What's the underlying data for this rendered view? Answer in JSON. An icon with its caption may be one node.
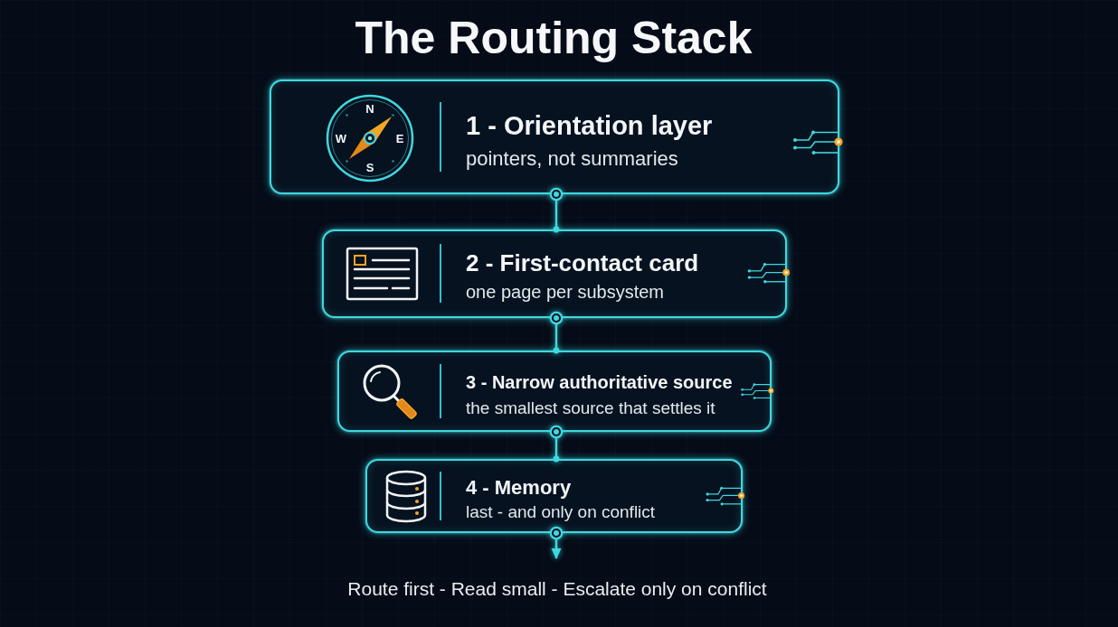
{
  "diagram": {
    "title": "The Routing Stack",
    "caption": "Route first - Read small - Escalate only on conflict",
    "nodes": [
      {
        "text": [
          "1 - Orientation layer",
          "pointers, not summaries"
        ]
      },
      {
        "text": [
          "2 - First-contact card",
          "one page per subsystem"
        ]
      },
      {
        "text": [
          "3 - Narrow authoritative source",
          "the smallest source that settles it"
        ]
      },
      {
        "text": [
          "4 - Memory",
          "last - and only on conflict"
        ]
      }
    ],
    "edges": [
      {
        "from": 0,
        "to": 1,
        "arrow": "other"
      },
      {
        "from": 1,
        "to": 2,
        "arrow": "other"
      },
      {
        "from": 2,
        "to": 3,
        "arrow": "other"
      },
      {
        "from": 3,
        "to": null,
        "arrow": "to"
      }
    ],
    "labels": [
      "N",
      "W",
      "E",
      "S"
    ]
  }
}
